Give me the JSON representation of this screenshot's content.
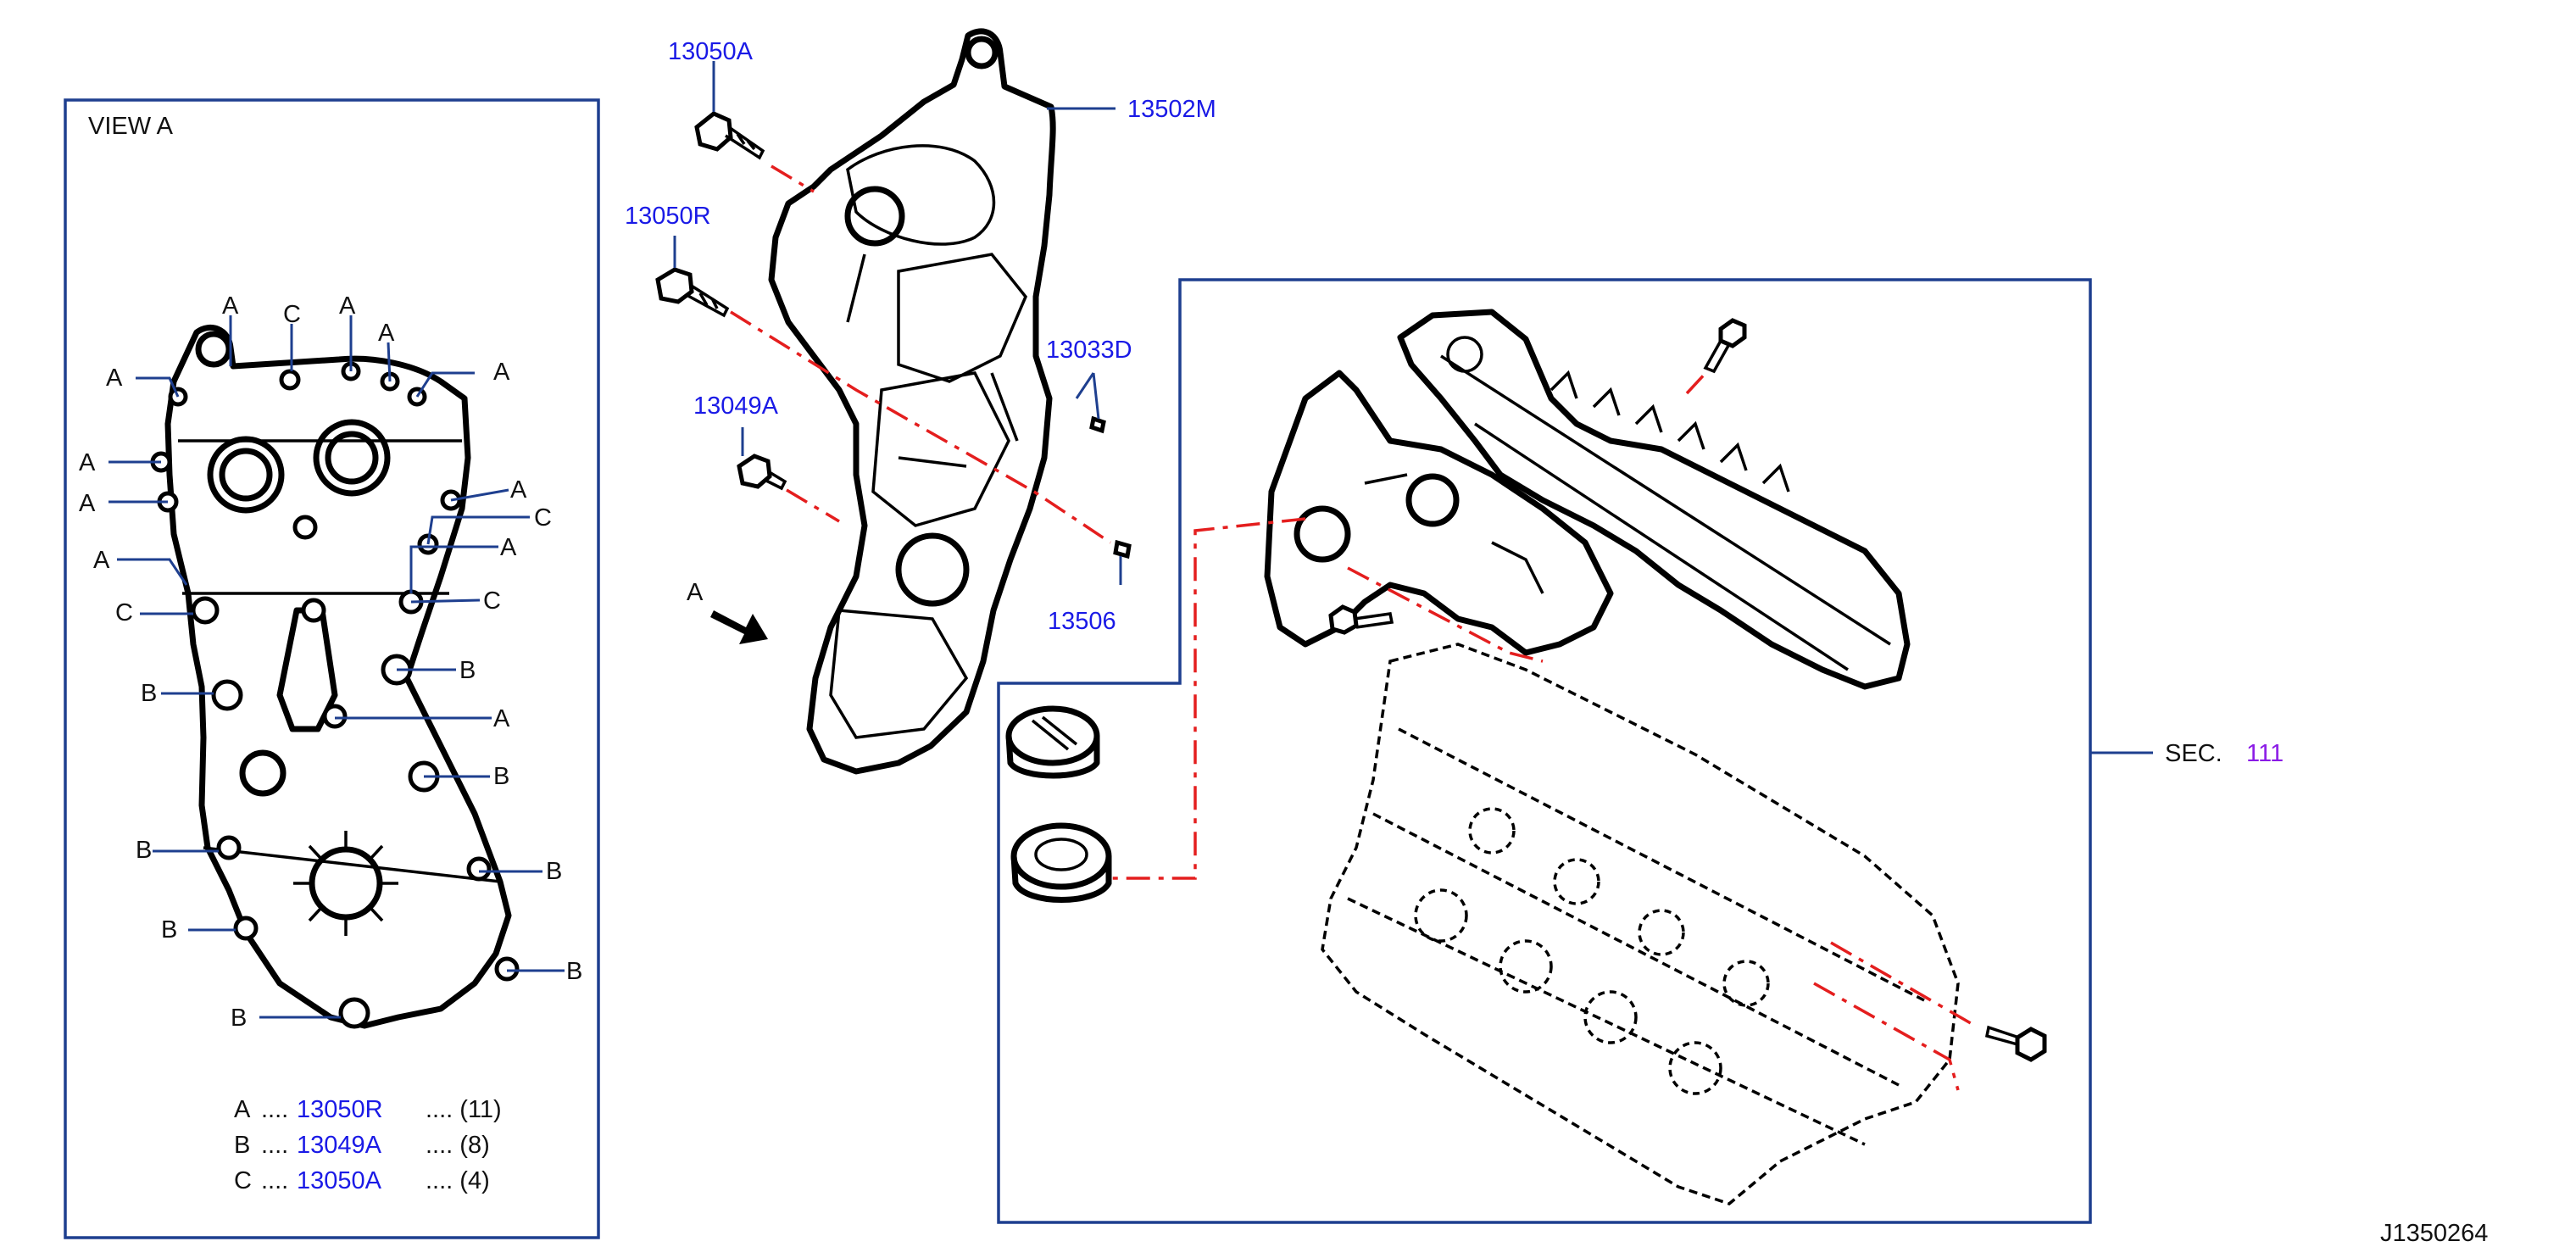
{
  "view_a": {
    "title": "VIEW   A",
    "letters": {
      "a": "A",
      "b": "B",
      "c": "C"
    },
    "legend": [
      {
        "letter": "A",
        "dots": "....",
        "part": "13050R",
        "qty": "....  (11)"
      },
      {
        "letter": "B",
        "dots": "....",
        "part": "13049A",
        "qty": "....  (8)"
      },
      {
        "letter": "C",
        "dots": "....",
        "part": "13050A",
        "qty": "....  (4)"
      }
    ]
  },
  "callouts": {
    "p13050A": "13050A",
    "p13502M": "13502M",
    "p13050R": "13050R",
    "p13033D": "13033D",
    "p13049A": "13049A",
    "p13506": "13506",
    "arrow_label": "A"
  },
  "section_ref": {
    "prefix": "SEC.",
    "number": "111"
  },
  "diagram_id": "J1350264",
  "colors": {
    "frame": "#1e3f8f",
    "part_number": "#1a1ae6",
    "section_number": "#8a1ae6",
    "leader_dash": "#e41e1e"
  }
}
